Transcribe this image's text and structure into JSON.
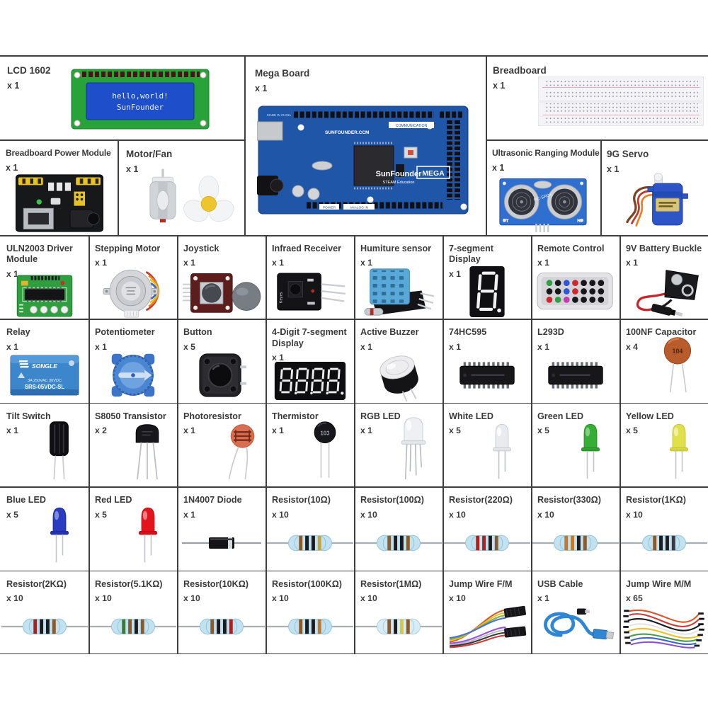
{
  "colors": {
    "background": "#ffffff",
    "grid_line": "#3e3e3e",
    "text": "#3a3a3a",
    "pcb_blue": "#2056a8",
    "pcb_green": "#2f9e3f"
  },
  "cells": [
    {
      "label": "LCD 1602",
      "qty": "x 1"
    },
    {
      "label": "Mega Board",
      "qty": "x 1"
    },
    {
      "label": "Breadboard",
      "qty": "x 1"
    },
    {
      "label": "Breadboard Power Module",
      "qty": "x 1"
    },
    {
      "label": "Motor/Fan",
      "qty": "x 1"
    },
    {
      "label": "Ultrasonic Ranging Module",
      "qty": "x 1"
    },
    {
      "label": "9G Servo",
      "qty": "x 1"
    },
    {
      "label": "ULN2003 Driver Module",
      "qty": "x 1"
    },
    {
      "label": "Stepping Motor",
      "qty": "x 1"
    },
    {
      "label": "Joystick",
      "qty": "x 1"
    },
    {
      "label": "Infraed Receiver",
      "qty": "x 1"
    },
    {
      "label": "Humiture sensor",
      "qty": "x 1"
    },
    {
      "label": "7-segment Display",
      "qty": "x 1"
    },
    {
      "label": "Remote Control",
      "qty": "x 1"
    },
    {
      "label": "9V Battery Buckle",
      "qty": "x 1"
    },
    {
      "label": "Relay",
      "qty": "x 1"
    },
    {
      "label": "Potentiometer",
      "qty": "x 1"
    },
    {
      "label": "Button",
      "qty": "x 5"
    },
    {
      "label": "4-Digit 7-segment Display",
      "qty": "x 1"
    },
    {
      "label": "Active Buzzer",
      "qty": "x 1"
    },
    {
      "label": "74HC595",
      "qty": "x 1"
    },
    {
      "label": "L293D",
      "qty": "x 1"
    },
    {
      "label": "100NF Capacitor",
      "qty": "x 4"
    },
    {
      "label": "Tilt Switch",
      "qty": "x 1"
    },
    {
      "label": "S8050 Transistor",
      "qty": "x 2"
    },
    {
      "label": "Photoresistor",
      "qty": "x 1"
    },
    {
      "label": "Thermistor",
      "qty": "x 1"
    },
    {
      "label": "RGB LED",
      "qty": "x 1"
    },
    {
      "label": "White LED",
      "qty": "x 5"
    },
    {
      "label": "Green LED",
      "qty": "x 5"
    },
    {
      "label": "Yellow LED",
      "qty": "x 5"
    },
    {
      "label": "Blue LED",
      "qty": "x 5"
    },
    {
      "label": "Red LED",
      "qty": "x 5"
    },
    {
      "label": "1N4007 Diode",
      "qty": "x 1"
    },
    {
      "label": "Resistor(10Ω)",
      "qty": "x 10"
    },
    {
      "label": "Resistor(100Ω)",
      "qty": "x 10"
    },
    {
      "label": "Resistor(220Ω)",
      "qty": "x 10"
    },
    {
      "label": "Resistor(330Ω)",
      "qty": "x 10"
    },
    {
      "label": "Resistor(1KΩ)",
      "qty": "x 10"
    },
    {
      "label": "Resistor(2KΩ)",
      "qty": "x 10"
    },
    {
      "label": "Resistor(5.1KΩ)",
      "qty": "x 10"
    },
    {
      "label": "Resistor(10KΩ)",
      "qty": "x 10"
    },
    {
      "label": "Resistor(100KΩ)",
      "qty": "x 10"
    },
    {
      "label": "Resistor(1MΩ)",
      "qty": "x 10"
    },
    {
      "label": "Jump Wire F/M",
      "qty": "x 10"
    },
    {
      "label": "USB Cable",
      "qty": "x 1"
    },
    {
      "label": "Jump Wire M/M",
      "qty": "x 65"
    }
  ],
  "lcd_screen": {
    "line1": "hello,world!",
    "line2": "SunFounder"
  },
  "mega_texts": {
    "made_in": "MADE IN CHINA",
    "url": "SUNFOUNDER.CCM",
    "communication": "COMMUNICATION",
    "brand": "SunFounder",
    "sub_brand": "STEAM Education",
    "badge": "MEGA",
    "power": "POWER",
    "analog": "ANALOG IN"
  },
  "ultrasonic_texts": {
    "model": "HC-SR04",
    "t": "T",
    "r": "R"
  },
  "relay_texts": {
    "brand": "SONGLE",
    "rating": "3A 250VAC 30VDC",
    "model": "SRS-05VDC-SL"
  },
  "codes": {
    "capacitor": "104",
    "thermistor": "103"
  }
}
